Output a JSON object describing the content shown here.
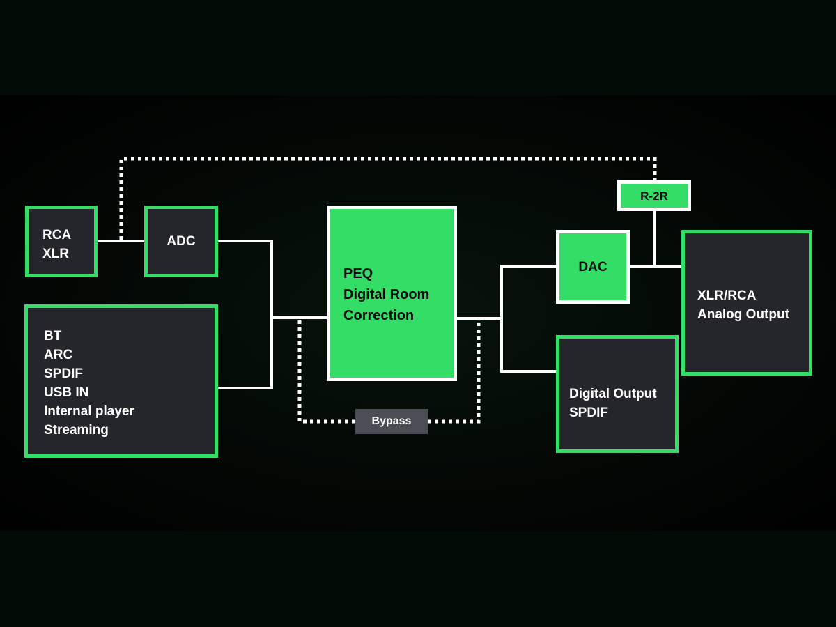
{
  "colors": {
    "accent": "#33dd66",
    "box_dark": "#25262b",
    "wire": "#ffffff",
    "bypass": "#4b4f55"
  },
  "blocks": {
    "analog_in": {
      "lines": [
        "RCA",
        "XLR"
      ]
    },
    "adc": {
      "label": "ADC"
    },
    "digital_in": {
      "lines": [
        "BT",
        "ARC",
        "SPDIF",
        "USB IN",
        "Internal player",
        "Streaming"
      ]
    },
    "peq": {
      "lines": [
        "PEQ",
        "Digital Room",
        "Correction"
      ]
    },
    "bypass": {
      "label": "Bypass"
    },
    "dac": {
      "label": "DAC"
    },
    "r2r": {
      "label": "R-2R"
    },
    "analog_out": {
      "lines": [
        "XLR/RCA",
        "Analog Output"
      ]
    },
    "digital_out": {
      "lines": [
        "Digital Output",
        "SPDIF"
      ]
    }
  }
}
